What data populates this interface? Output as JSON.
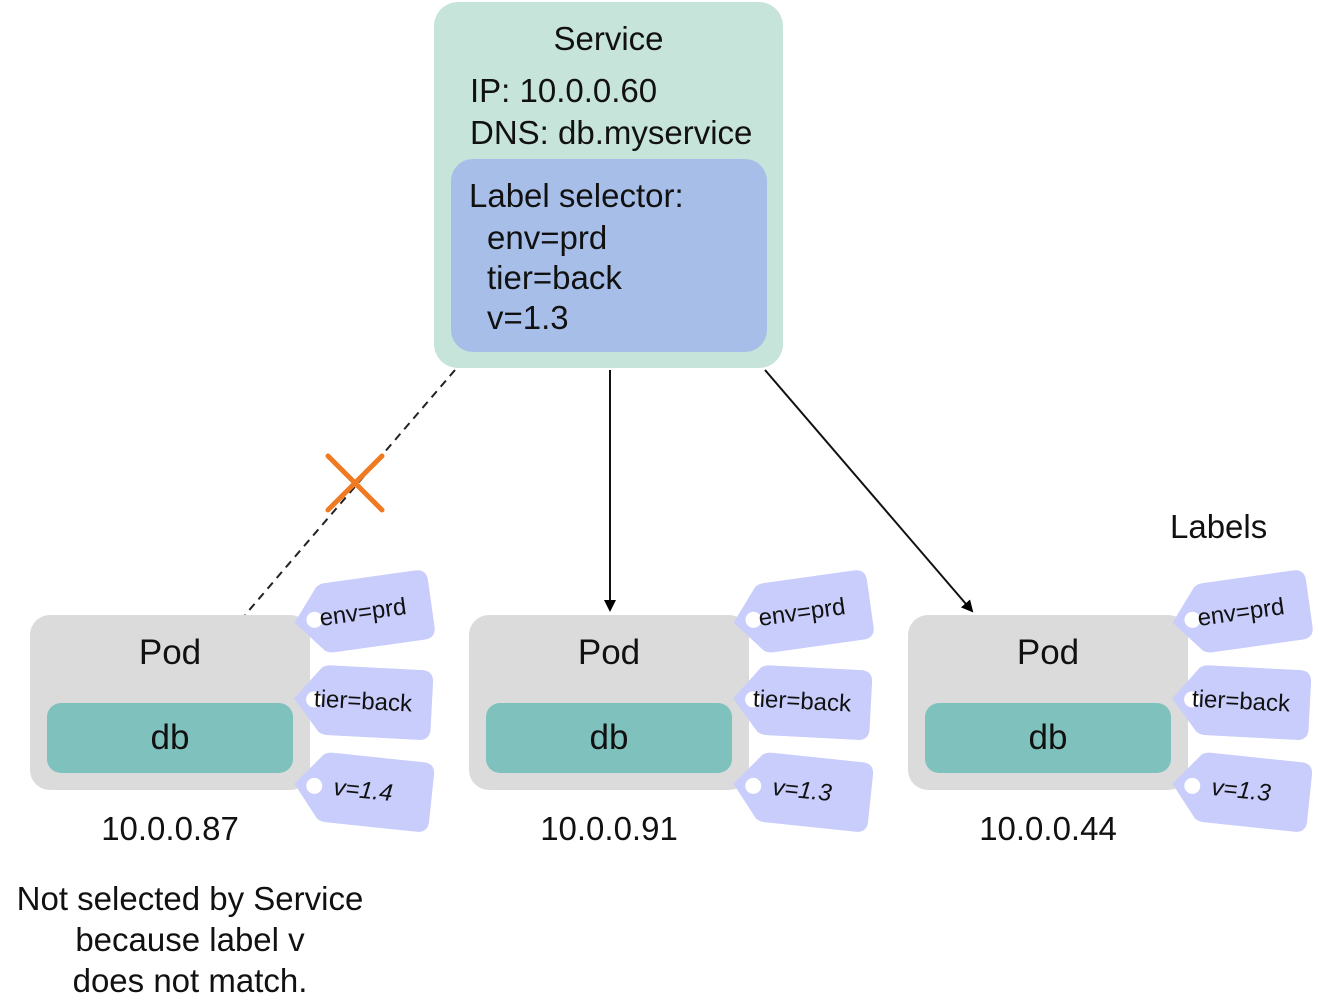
{
  "service": {
    "title": "Service",
    "ip": "IP: 10.0.0.60",
    "dns": "DNS: db.myservice",
    "selector": {
      "heading": "Label selector:",
      "lines": [
        "env=prd",
        "tier=back",
        "v=1.3"
      ]
    }
  },
  "pods": [
    {
      "title": "Pod",
      "container": "db",
      "ip": "10.0.0.87",
      "labels": [
        "env=prd",
        "tier=back",
        "v=1.4"
      ],
      "selected": false
    },
    {
      "title": "Pod",
      "container": "db",
      "ip": "10.0.0.91",
      "labels": [
        "env=prd",
        "tier=back",
        "v=1.3"
      ],
      "selected": true
    },
    {
      "title": "Pod",
      "container": "db",
      "ip": "10.0.0.44",
      "labels": [
        "env=prd",
        "tier=back",
        "v=1.3"
      ],
      "selected": true
    }
  ],
  "note": {
    "lines": [
      "Not selected by Service",
      "because label v",
      "does not match."
    ]
  },
  "labels_caption": "Labels",
  "colors": {
    "service_bg": "#c6e4da",
    "selector_bg": "#a7bfe8",
    "pod_bg": "#dbdbdb",
    "db_bg": "#7fc1bd",
    "tag_bg": "#c8cdfb",
    "reject_mark": "#f07a22"
  }
}
